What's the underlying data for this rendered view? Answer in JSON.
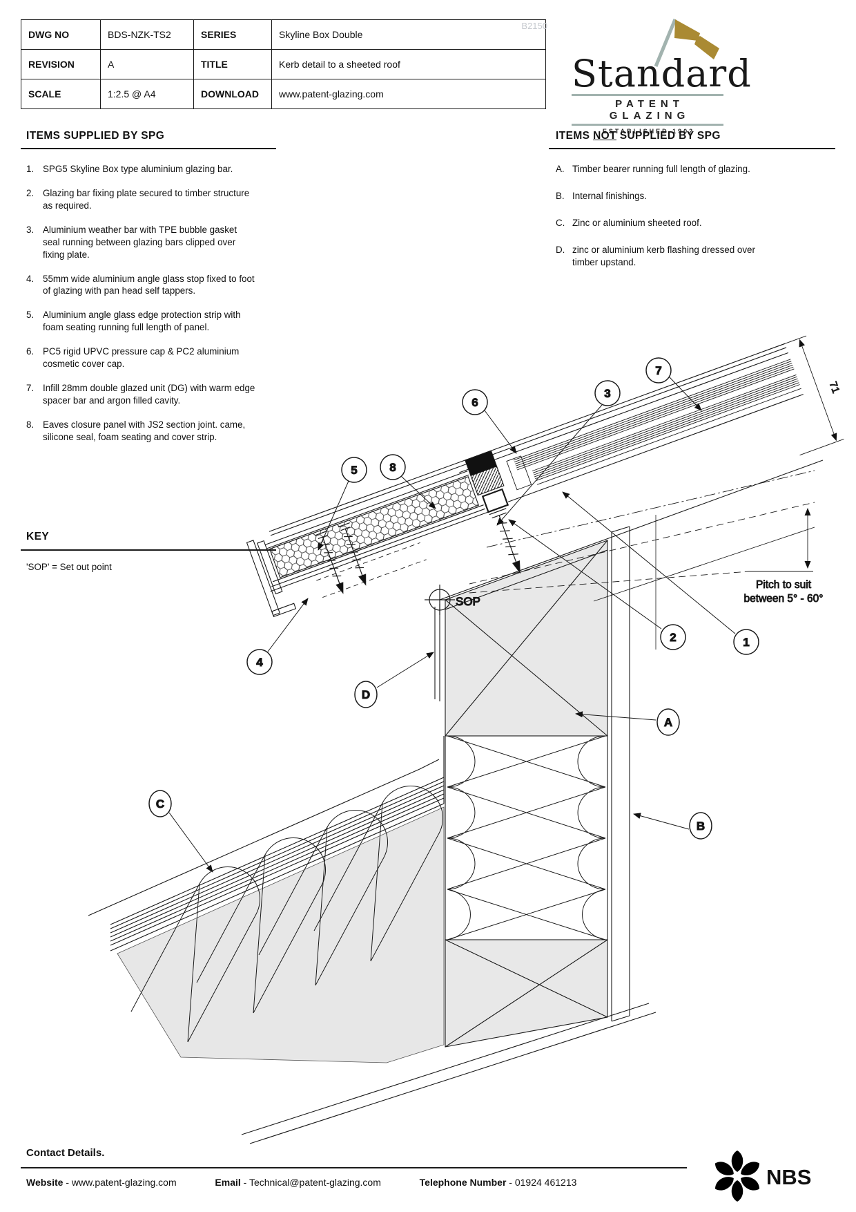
{
  "header": {
    "watermark": "B2150",
    "table": {
      "rows": [
        {
          "label1": "DWG NO",
          "value1": "BDS-NZK-TS2",
          "label2": "SERIES",
          "value2": "Skyline Box Double"
        },
        {
          "label1": "REVISION",
          "value1": "A",
          "label2": "TITLE",
          "value2": "Kerb detail to a sheeted roof"
        },
        {
          "label1": "SCALE",
          "value1": "1:2.5 @ A4",
          "label2": "DOWNLOAD",
          "value2": "www.patent-glazing.com"
        }
      ]
    },
    "logo": {
      "name": "Standard",
      "sub": "PATENT GLAZING",
      "established": "ESTABLISHED 1902",
      "flag_color": "#aa8a33",
      "pole_color": "#a2b3af"
    }
  },
  "supplied": {
    "title": "ITEMS SUPPLIED BY SPG",
    "items": [
      {
        "n": "1.",
        "text": "SPG5 Skyline Box type aluminium glazing bar."
      },
      {
        "n": "2.",
        "text": "Glazing bar fixing plate secured to timber structure as required."
      },
      {
        "n": "3.",
        "text": "Aluminium weather bar with TPE bubble gasket seal running between glazing bars clipped over fixing plate."
      },
      {
        "n": "4.",
        "text": "55mm wide aluminium angle glass stop fixed to foot of glazing with pan head self tappers."
      },
      {
        "n": "5.",
        "text": "Aluminium angle glass edge protection strip with foam seating running full length of panel."
      },
      {
        "n": "6.",
        "text": "PC5 rigid UPVC pressure cap & PC2 aluminium cosmetic cover cap."
      },
      {
        "n": "7.",
        "text": "Infill 28mm double glazed unit (DG) with warm edge spacer bar and argon filled cavity."
      },
      {
        "n": "8.",
        "text": "Eaves closure panel with JS2 section joint. came, silicone seal, foam seating and cover strip."
      }
    ]
  },
  "not_supplied": {
    "title_pre": "ITEMS ",
    "title_not": "NOT",
    "title_post": " SUPPLIED BY SPG",
    "items": [
      {
        "n": "A.",
        "text": "Timber bearer running full length of glazing."
      },
      {
        "n": "B.",
        "text": "Internal finishings."
      },
      {
        "n": "C.",
        "text": "Zinc or aluminium sheeted roof."
      },
      {
        "n": "D.",
        "text": "zinc or aluminium kerb flashing dressed over timber upstand."
      }
    ]
  },
  "key": {
    "title": "KEY",
    "entry": "'SOP' = Set out point"
  },
  "drawing": {
    "labels": {
      "sop": "SOP",
      "dim": "71",
      "pitch_line1": "Pitch to suit",
      "pitch_line2": "between 5° - 60°"
    },
    "balloons": [
      {
        "label": "1"
      },
      {
        "label": "2"
      },
      {
        "label": "3"
      },
      {
        "label": "4"
      },
      {
        "label": "5"
      },
      {
        "label": "6"
      },
      {
        "label": "7"
      },
      {
        "label": "8"
      },
      {
        "label": "A"
      },
      {
        "label": "B"
      },
      {
        "label": "C"
      },
      {
        "label": "D"
      }
    ]
  },
  "footer": {
    "heading": "Contact Details.",
    "website_label": "Website",
    "website": "www.patent-glazing.com",
    "email_label": "Email",
    "email": "Technical@patent-glazing.com",
    "phone_label": "Telephone Number",
    "phone": "01924 461213",
    "sep": "-",
    "nbs": "NBS"
  }
}
